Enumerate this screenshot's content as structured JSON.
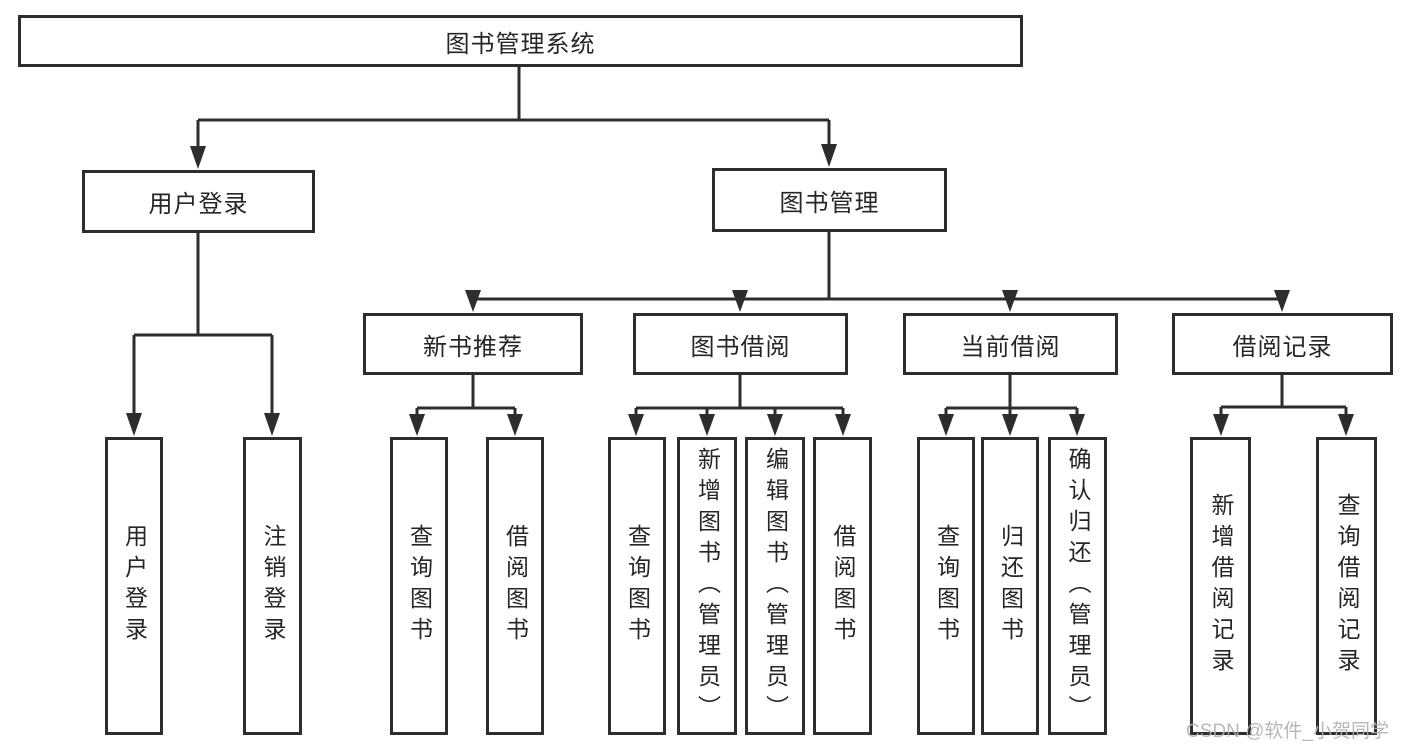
{
  "diagram_type": "hierarchy-tree",
  "watermark": "CSDN @软件_小贺同学",
  "colors": {
    "line": "#2d2d2d",
    "box_border": "#2d2d2d",
    "box_fill": "#ffffff",
    "text": "#262626",
    "watermark": "#b0b0b0",
    "background": "#ffffff"
  },
  "tree": {
    "label": "图书管理系统",
    "children": [
      {
        "label": "用户登录",
        "children": [
          {
            "label": "用户登录"
          },
          {
            "label": "注销登录"
          }
        ]
      },
      {
        "label": "图书管理",
        "children": [
          {
            "label": "新书推荐",
            "children": [
              {
                "label": "查询图书"
              },
              {
                "label": "借阅图书"
              }
            ]
          },
          {
            "label": "图书借阅",
            "children": [
              {
                "label": "查询图书"
              },
              {
                "label": "新增图书（管理员）"
              },
              {
                "label": "编辑图书（管理员）"
              },
              {
                "label": "借阅图书"
              }
            ]
          },
          {
            "label": "当前借阅",
            "children": [
              {
                "label": "查询图书"
              },
              {
                "label": "归还图书"
              },
              {
                "label": "确认归还（管理员）"
              }
            ]
          },
          {
            "label": "借阅记录",
            "children": [
              {
                "label": "新增借阅记录"
              },
              {
                "label": "查询借阅记录"
              }
            ]
          }
        ]
      }
    ]
  }
}
